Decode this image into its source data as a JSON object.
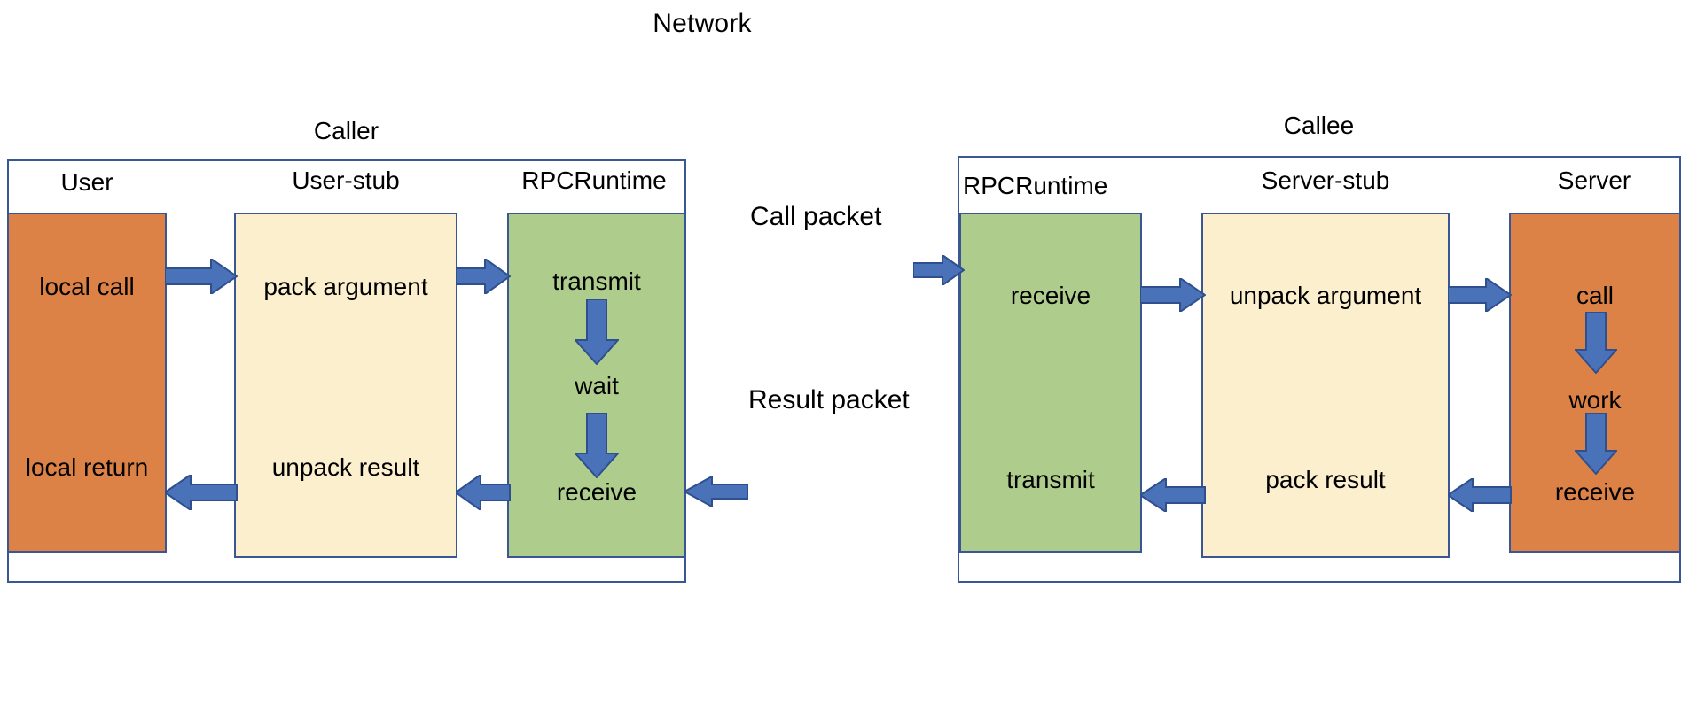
{
  "title": "Network",
  "colors": {
    "border": "#3a5694",
    "arrow": "#4a72b8",
    "arrow_stroke": "#2f4f8f",
    "orange": "#DD8247",
    "cream": "#FBEFCE",
    "green": "#AECD8C"
  },
  "caller": {
    "caption": "Caller",
    "columns": [
      {
        "header": "User",
        "style": "orange",
        "steps": [
          "local call",
          "local return"
        ]
      },
      {
        "header": "User-stub",
        "style": "cream",
        "steps": [
          "pack argument",
          "unpack result"
        ]
      },
      {
        "header": "RPCRuntime",
        "style": "green",
        "steps": [
          "transmit",
          "wait",
          "receive"
        ]
      }
    ]
  },
  "callee": {
    "caption": "Callee",
    "columns": [
      {
        "header": "RPCRuntime",
        "style": "green",
        "steps": [
          "receive",
          "transmit"
        ]
      },
      {
        "header": "Server-stub",
        "style": "cream",
        "steps": [
          "unpack argument",
          "pack result"
        ]
      },
      {
        "header": "Server",
        "style": "orange",
        "steps": [
          "call",
          "work",
          "receive"
        ]
      }
    ]
  },
  "network": {
    "call_packet": "Call packet",
    "result_packet": "Result packet"
  },
  "arrows": {
    "caller_call_1": "local call to pack argument",
    "caller_call_2": "pack argument to transmit",
    "caller_down_1": "transmit to wait",
    "caller_down_2": "wait to receive",
    "caller_return_1": "receive to unpack result",
    "caller_return_2": "unpack result to local return",
    "network_call": "call packet into callee runtime",
    "network_result": "result packet into caller runtime",
    "callee_call_1": "receive to unpack argument",
    "callee_call_2": "unpack argument to call",
    "callee_down_1": "call to work",
    "callee_down_2": "work to receive",
    "callee_return_1": "receive to pack result",
    "callee_return_2": "pack result to transmit"
  }
}
